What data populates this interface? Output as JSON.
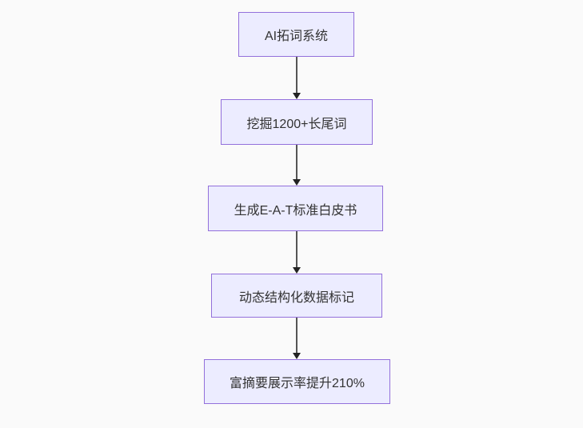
{
  "diagram": {
    "type": "flowchart",
    "direction": "top-to-bottom",
    "nodes": [
      {
        "id": "n1",
        "label": "AI拓词系统"
      },
      {
        "id": "n2",
        "label": "挖掘1200+长尾词"
      },
      {
        "id": "n3",
        "label": "生成E-A-T标准白皮书"
      },
      {
        "id": "n4",
        "label": "动态结构化数据标记"
      },
      {
        "id": "n5",
        "label": "富摘要展示率提升210%"
      }
    ],
    "edges": [
      {
        "from": "n1",
        "to": "n2",
        "style": "arrow-down"
      },
      {
        "from": "n2",
        "to": "n3",
        "style": "arrow-down"
      },
      {
        "from": "n3",
        "to": "n4",
        "style": "arrow-down"
      },
      {
        "from": "n4",
        "to": "n5",
        "style": "arrow-down"
      }
    ],
    "colors": {
      "background": "#fafafa",
      "node_fill": "#ececff",
      "node_border": "#9370db",
      "node_text": "#333333",
      "edge_line": "#555555",
      "arrowhead": "#222222"
    }
  }
}
